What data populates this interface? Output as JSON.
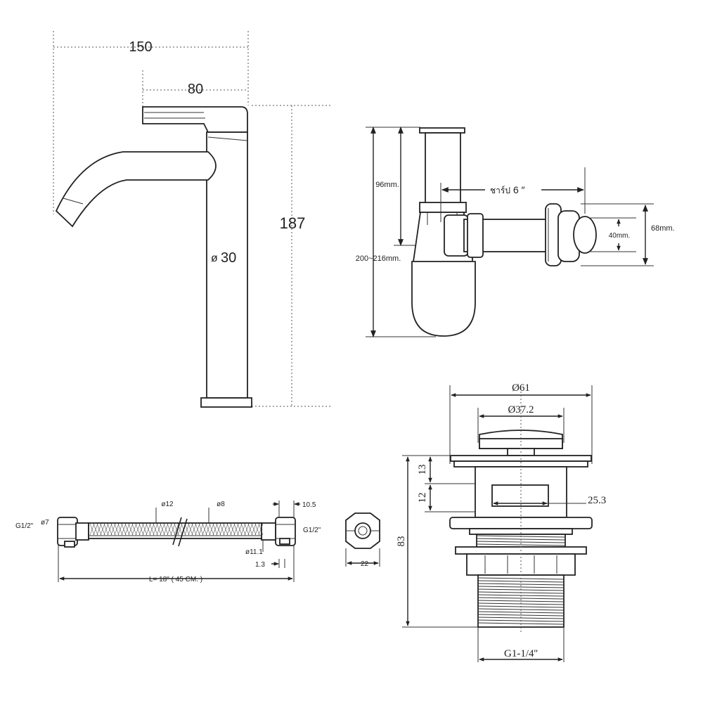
{
  "faucet": {
    "dim_width_total": "150",
    "dim_width_spout": "80",
    "dim_height": "187",
    "dim_diameter": "30",
    "diameter_symbol": "ø"
  },
  "bottle_trap": {
    "dim_96": "96mm.",
    "dim_200_216": "200~216mm.",
    "dim_trap_label": "ชาร์ป",
    "dim_trap_size": "6 ″",
    "dim_40": "40mm.",
    "dim_68": "68mm."
  },
  "hose": {
    "dim_d12": "ø12",
    "dim_d8": "ø8",
    "dim_10_5": "10.5",
    "dim_g12_left": "G1/2\"",
    "dim_d7": "ø7",
    "dim_g12_right": "G1/2\"",
    "dim_d11_1": "ø11.1",
    "dim_1_3": "1.3",
    "dim_length": "L= 18\" ( 45 CM. )",
    "dim_nut": "22"
  },
  "drain": {
    "dim_d61": "Ø61",
    "dim_d37_2": "Ø37.2",
    "dim_13": "13",
    "dim_12": "12",
    "dim_25_3": "25.3",
    "dim_83": "83",
    "dim_thread": "G1-1/4''"
  }
}
